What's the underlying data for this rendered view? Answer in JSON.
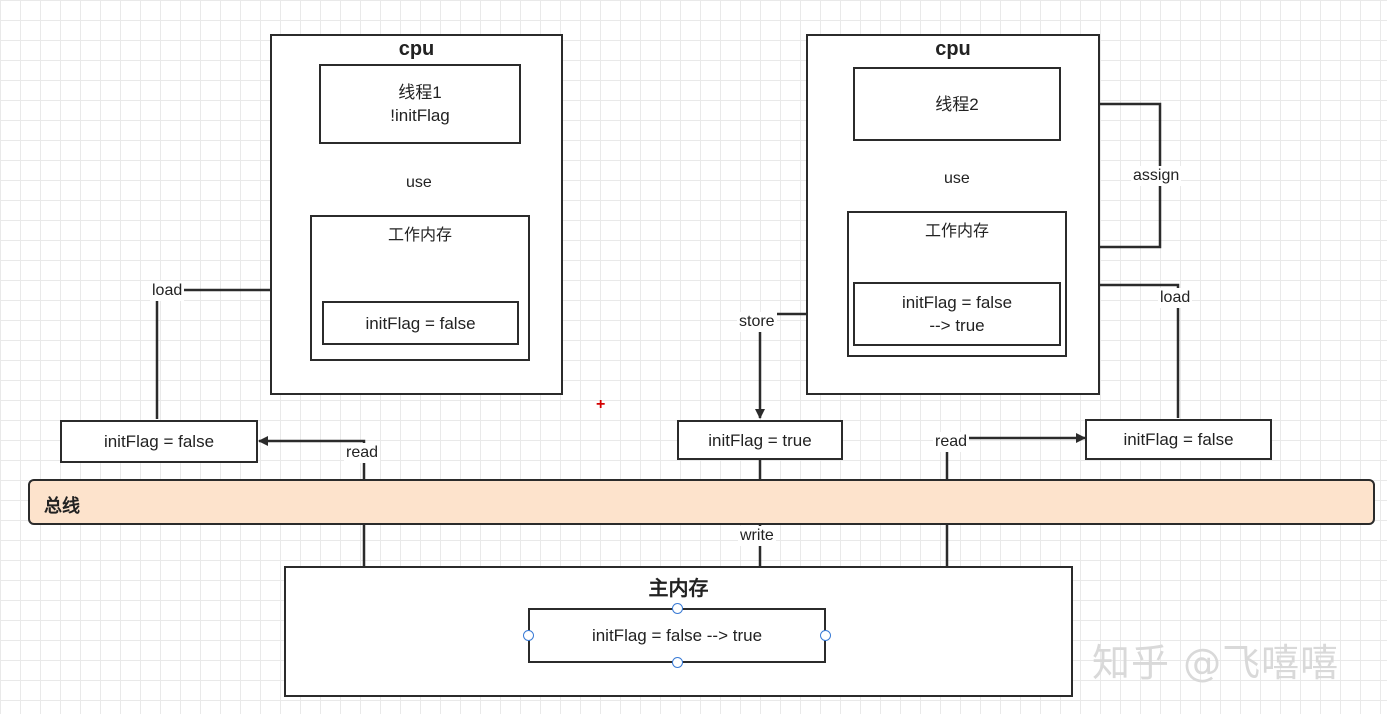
{
  "cpu1": {
    "title": "cpu",
    "thread": {
      "line1": "线程1",
      "line2": "!initFlag"
    },
    "working_memory": {
      "title": "工作内存",
      "var": "initFlag = false"
    },
    "use_label": "use"
  },
  "cpu2": {
    "title": "cpu",
    "thread": {
      "line1": "线程2"
    },
    "working_memory": {
      "title": "工作内存",
      "var_line1": "initFlag = false",
      "var_line2": "--> true"
    },
    "use_label": "use",
    "assign_label": "assign"
  },
  "left_copy": "initFlag = false",
  "middle_copy": "initFlag = true",
  "right_copy": "initFlag = false",
  "labels": {
    "load_left": "load",
    "read_left": "read",
    "store": "store",
    "write": "write",
    "read_right": "read",
    "load_right": "load"
  },
  "bus": {
    "label": "总线"
  },
  "main_memory": {
    "title": "主内存",
    "var_name": "initFlag",
    "var_rest": " = false --> true"
  },
  "annotation": {
    "underline_color": "#c0201a",
    "cursor_mark": "+"
  },
  "watermark": "知乎 @飞嘻嘻"
}
